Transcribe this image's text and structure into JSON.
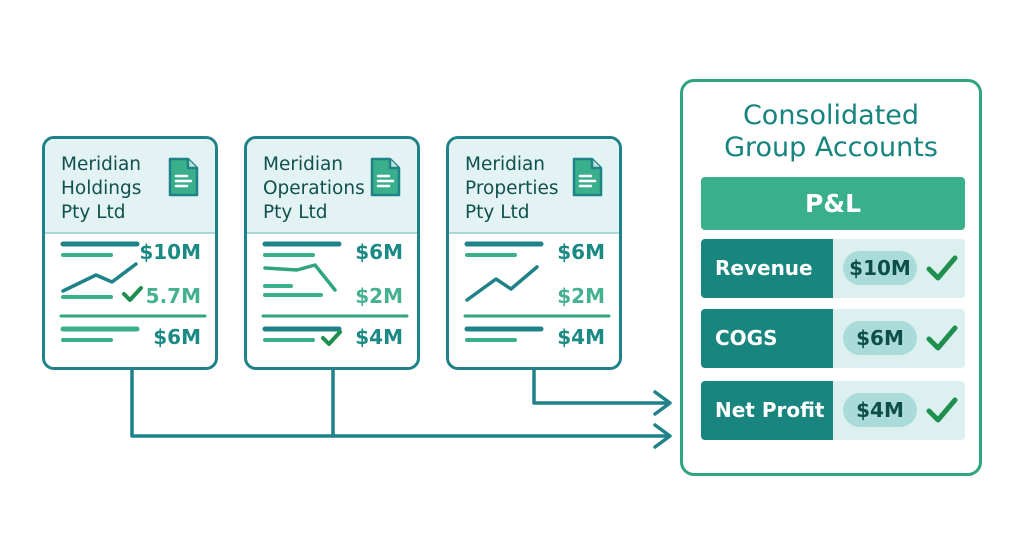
{
  "colors": {
    "teal": "#1e8288",
    "green": "#2fa57c",
    "card_header_bg": "#e3f3f4",
    "check": "#1f8f4f"
  },
  "entities": [
    {
      "name_lines": [
        "Meridian",
        "Holdings",
        "Pty Ltd"
      ],
      "icon": "document-icon",
      "values": [
        "$10M",
        "5.7M",
        "$6M"
      ],
      "trend": "up",
      "check_on_row": 2
    },
    {
      "name_lines": [
        "Meridian",
        "Operations",
        "Pty Ltd"
      ],
      "icon": "document-icon",
      "values": [
        "$6M",
        "$2M",
        "$4M"
      ],
      "trend": "down",
      "check_on_row": 3
    },
    {
      "name_lines": [
        "Meridian",
        "Properties",
        "Pty Ltd"
      ],
      "icon": "document-icon",
      "values": [
        "$6M",
        "$2M",
        "$4M"
      ],
      "trend": "up",
      "check_on_row": null
    }
  ],
  "consolidated": {
    "title_lines": [
      "Consolidated",
      "Group Accounts"
    ],
    "section": "P&L",
    "rows": [
      {
        "label": "Revenue",
        "value": "$10M",
        "icon": "check-icon"
      },
      {
        "label": "COGS",
        "value": "$6M",
        "icon": "check-icon"
      },
      {
        "label": "Net Profit",
        "value": "$4M",
        "icon": "check-icon"
      }
    ]
  }
}
